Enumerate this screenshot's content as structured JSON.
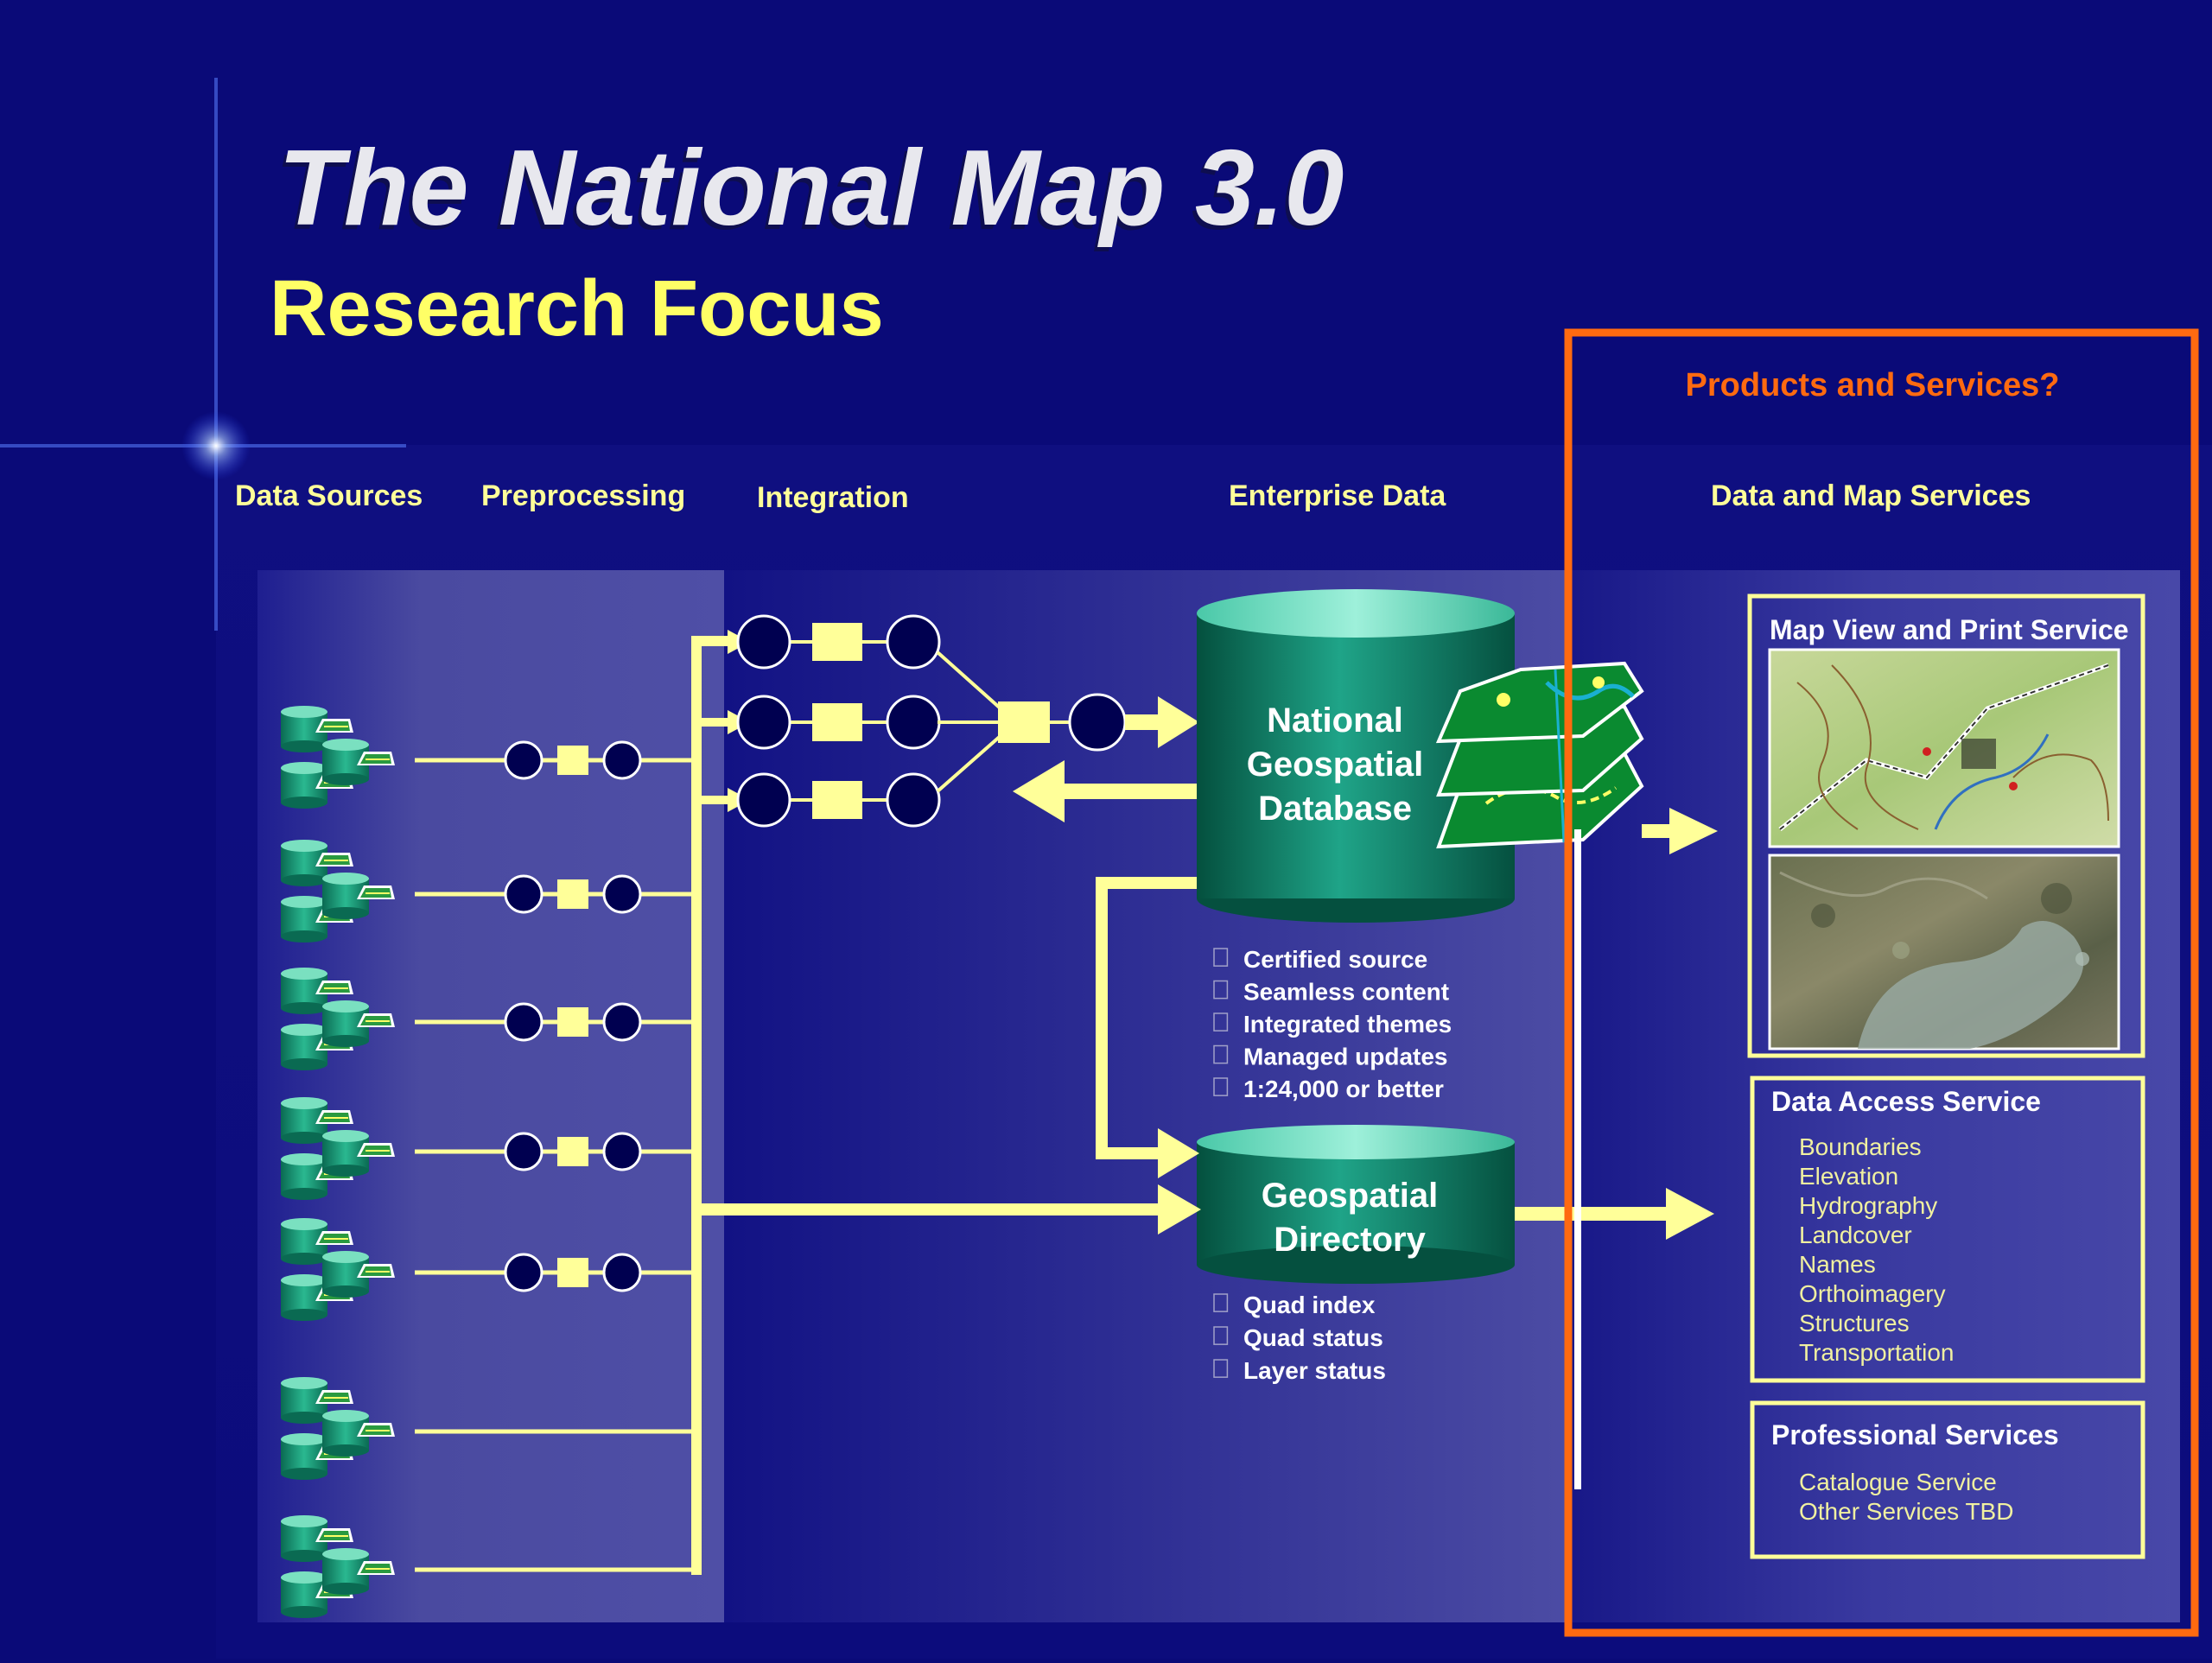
{
  "slide": {
    "title": "The National Map 3.0",
    "subtitle": "Research Focus",
    "products_label": "Products and Services?"
  },
  "columns": {
    "data_sources": "Data Sources",
    "preprocessing": "Preprocessing",
    "integration": "Integration",
    "enterprise_data": "Enterprise Data",
    "data_map_services": "Data and Map Services"
  },
  "nodes": {
    "ngd": {
      "line1": "National",
      "line2": "Geospatial",
      "line3": "Database"
    },
    "gd": {
      "line1": "Geospatial",
      "line2": "Directory"
    }
  },
  "ngd_bullets": [
    "Certified source",
    "Seamless content",
    "Integrated themes",
    "Managed updates",
    "1:24,000 or better"
  ],
  "gd_bullets": [
    "Quad index",
    "Quad status",
    "Layer status"
  ],
  "services": {
    "map_view": {
      "title": "Map View and Print Service"
    },
    "data_access": {
      "title": "Data Access Service",
      "items": [
        "Boundaries",
        "Elevation",
        "Hydrography",
        "Landcover",
        "Names",
        "Orthoimagery",
        "Structures",
        "Transportation"
      ]
    },
    "professional": {
      "title": "Professional Services",
      "items": [
        "Catalogue Service",
        "Other Services TBD"
      ]
    }
  },
  "colors": {
    "background": "#0a0a78",
    "title": "#e8e8ee",
    "subtitle": "#ffff66",
    "column_heading": "#ffff99",
    "flow": "#ffff99",
    "node_fill": "#000050",
    "cylinder": "#1a9a80",
    "highlight_box": "#ff6a10",
    "service_text": "#ffffff",
    "service_item": "#f0f0a0"
  }
}
